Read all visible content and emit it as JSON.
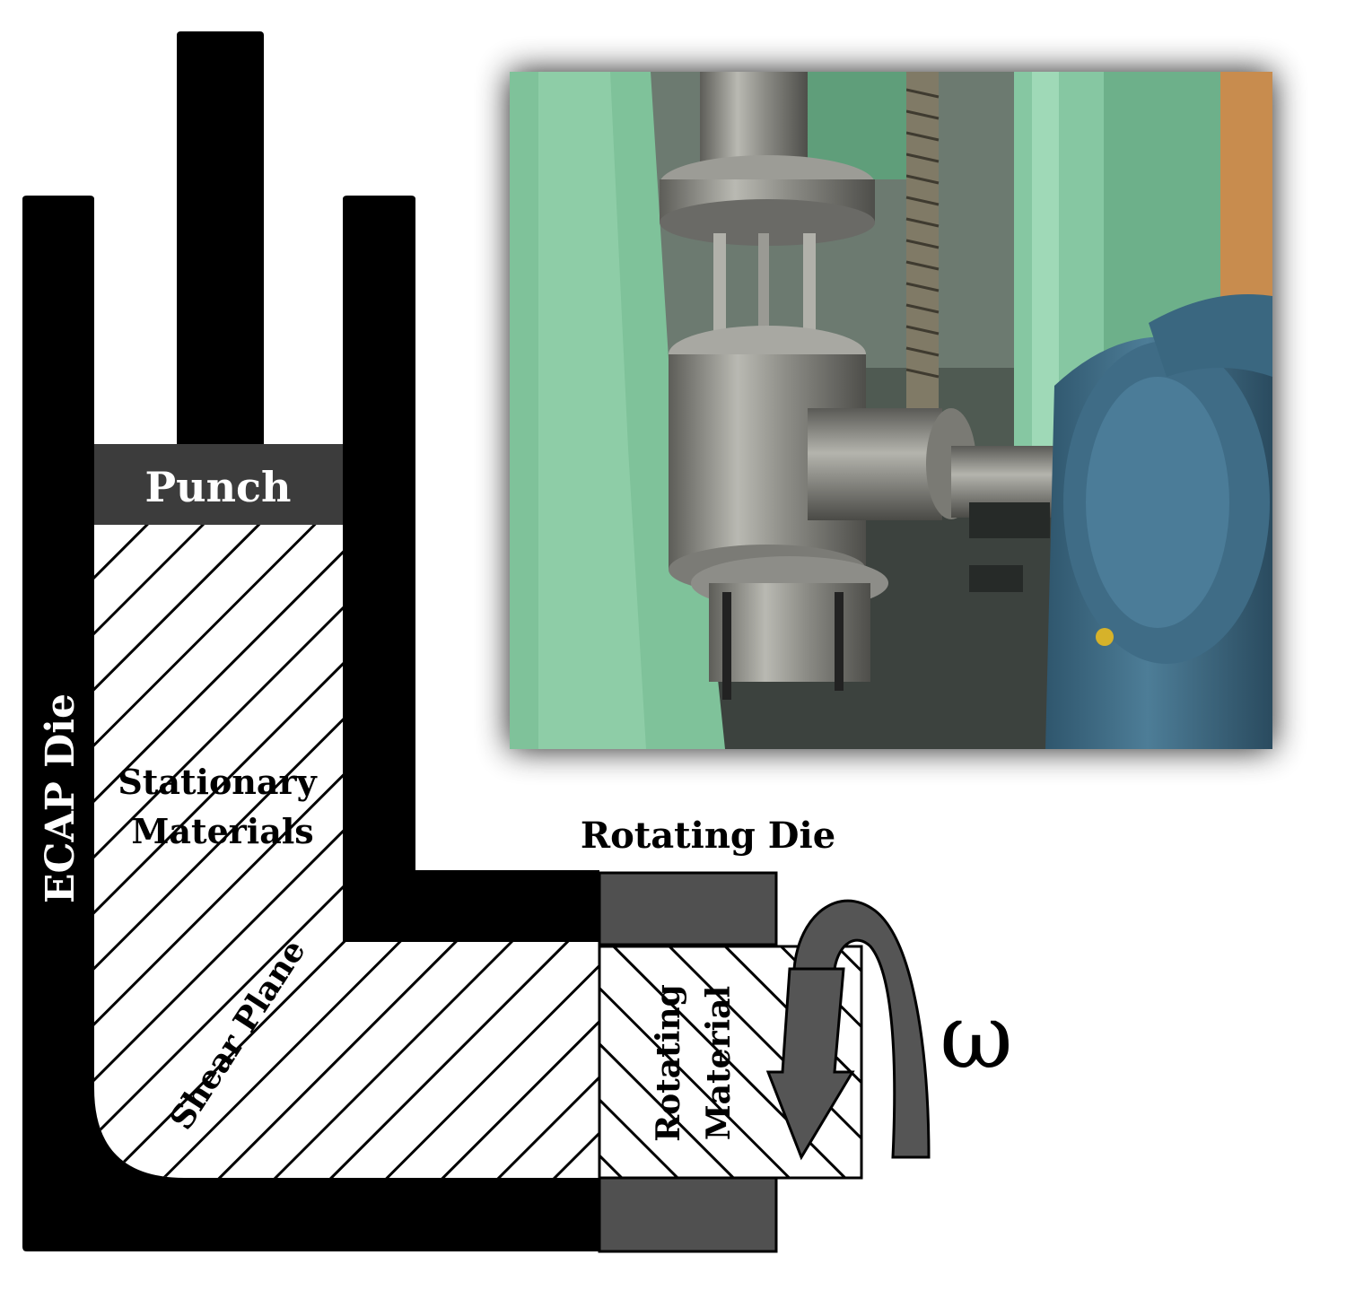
{
  "labels": {
    "punch": "Punch",
    "ecap_die": "ECAP Die",
    "stationary_line1": "Stationary",
    "stationary_line2": "Materials",
    "shear_plane": "Shear Plane",
    "rotating_die": "Rotating Die",
    "rotating_material_line1": "Rotating",
    "rotating_material_line2": "Material",
    "omega": "ω"
  },
  "photo": {
    "subject": "experimental rotating-die ECAP apparatus",
    "colors": {
      "frame_green": "#7fc29a",
      "motor_blue": "#3f6c86",
      "steel": "#8e8e8a"
    }
  },
  "colors": {
    "die_black": "#000000",
    "punch_gray": "#3c3c3c",
    "rotating_die_gray": "#505050",
    "arrow_gray": "#4a4a4a",
    "hatch": "#000000",
    "background": "#ffffff"
  }
}
